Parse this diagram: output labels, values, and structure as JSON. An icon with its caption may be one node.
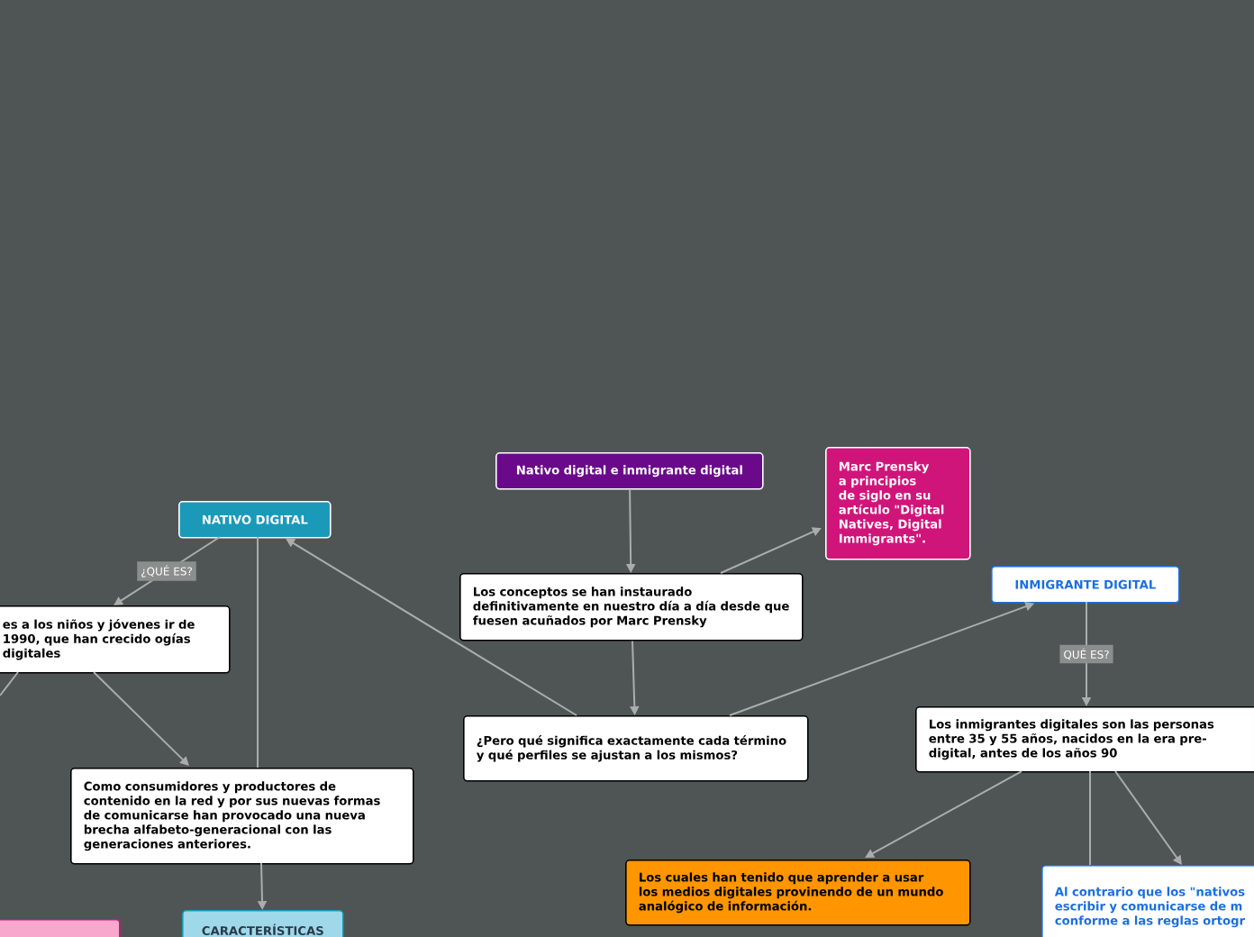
{
  "diagram": {
    "nodes": [
      {
        "text": [
          "Nativo digital e inmigrante digital"
        ]
      },
      {
        "text": [
          "Marc Prensky a principios de siglo en su artículo \"Digital Natives, Digital Immigrants\"."
        ]
      },
      {
        "text": [
          "Los conceptos se han instaurado definitivamente en nuestro día a día desde que fuesen acuñados por Marc Prensky"
        ]
      },
      {
        "text": [
          "¿Pero qué significa exactamente cada término y qué perfiles se ajustan a los mismos?"
        ]
      },
      {
        "text": [
          "NATIVO DIGITAL"
        ]
      },
      {
        "text": [
          "es a los niños y jóvenes ir de 1990, que han crecido ogías digitales"
        ]
      },
      {
        "text": [
          "Como consumidores y productores de contenido en la red y por sus nuevas formas de comunicarse han provocado una nueva brecha alfabeto-generacional con las generaciones anteriores."
        ]
      },
      {
        "text": [
          "CARACTERÍSTICAS"
        ]
      },
      {
        "text": [],
        "shape": "box"
      },
      {
        "text": [
          "INMIGRANTE DIGITAL"
        ]
      },
      {
        "text": [
          "Los inmigrantes digitales son las personas entre 35 y 55 años, nacidos en la era pre-digital, antes de los años 90"
        ]
      },
      {
        "text": [
          "Los cuales han tenido que aprender a usar los medios digitales provinendo de un mundo analógico de información."
        ]
      },
      {
        "text": [
          "Al contrario que los \"nativos escribir y comunicarse de m conforme a las reglas ortogr"
        ]
      }
    ],
    "edges": [
      {
        "from": 0,
        "to": 2,
        "arrow": "to"
      },
      {
        "from": 2,
        "to": 1,
        "arrow": "to"
      },
      {
        "from": 2,
        "to": 3,
        "arrow": "to"
      },
      {
        "from": 3,
        "to": 4,
        "arrow": "to"
      },
      {
        "from": 3,
        "to": 9,
        "arrow": "to"
      },
      {
        "from": 4,
        "to": 5,
        "arrow": "to",
        "label": "¿QUÉ ES?"
      },
      {
        "from": 4,
        "to": 6,
        "arrow": "none"
      },
      {
        "from": 6,
        "to": 7,
        "arrow": "to"
      },
      {
        "from": 5,
        "to": 6,
        "arrow": "to"
      },
      {
        "from": 5,
        "to": null,
        "arrow": "none"
      },
      {
        "from": 9,
        "to": 10,
        "arrow": "to",
        "label": "QUÉ ES?"
      },
      {
        "from": 10,
        "to": 11,
        "arrow": "to"
      },
      {
        "from": 10,
        "to": 12,
        "arrow": "to"
      },
      {
        "from": 10,
        "to": 12,
        "arrow": "none"
      }
    ]
  }
}
